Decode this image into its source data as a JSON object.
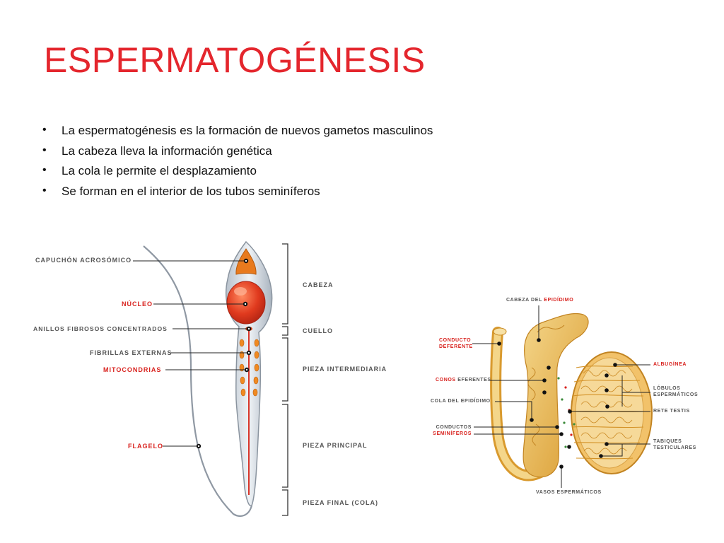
{
  "slide": {
    "title": "ESPERMATOGÉNESIS",
    "bullets": [
      "La espermatogénesis es la formación de nuevos gametos masculinos",
      "La cabeza lleva la información genética",
      "La cola le permite el desplazamiento",
      "Se forman en el interior de los tubos seminíferos"
    ]
  },
  "sperm_diagram": {
    "left_labels": {
      "acrosome": "CAPUCHÓN ACROSÓMICO",
      "nucleus": "NÚCLEO",
      "rings": "ANILLOS FIBROSOS CONCENTRADOS",
      "fibrils": "FIBRILLAS EXTERNAS",
      "mitochondria": "MITOCONDRIAS",
      "flagellum": "FLAGELO"
    },
    "right_labels": {
      "head": "CABEZA",
      "neck": "CUELLO",
      "midpiece": "PIEZA INTERMEDIARIA",
      "principal": "PIEZA PRINCIPAL",
      "endpiece": "PIEZA FINAL (COLA)"
    }
  },
  "testis_diagram": {
    "epididymis_head_prefix": "CABEZA DEL ",
    "epididymis_head_highlight": "EPIDÍDIMO",
    "vas_deferens": [
      "CONDUCTO",
      "DEFERENTE"
    ],
    "efferent_highlight": "CONOS",
    "efferent_rest": " EFERENTES",
    "epididymis_tail": "COLA DEL EPIDÍDIMO",
    "seminiferous": [
      "CONDUCTOS",
      "SEMINÍFEROS"
    ],
    "tunica": "ALBUGÍNEA",
    "lobules": [
      "LÓBULOS",
      "ESPERMÁTICOS"
    ],
    "rete": "RETE TESTIS",
    "septa": [
      "TABIQUES",
      "TESTICULARES"
    ],
    "vessels": "VASOS ESPERMÁTICOS"
  },
  "colors": {
    "title": "#e4262d",
    "label_red": "#d8211d",
    "label_gray": "#555555",
    "nucleus": "#e03a1e",
    "acrosome": "#e87a1e",
    "testis": "#e9b957"
  }
}
